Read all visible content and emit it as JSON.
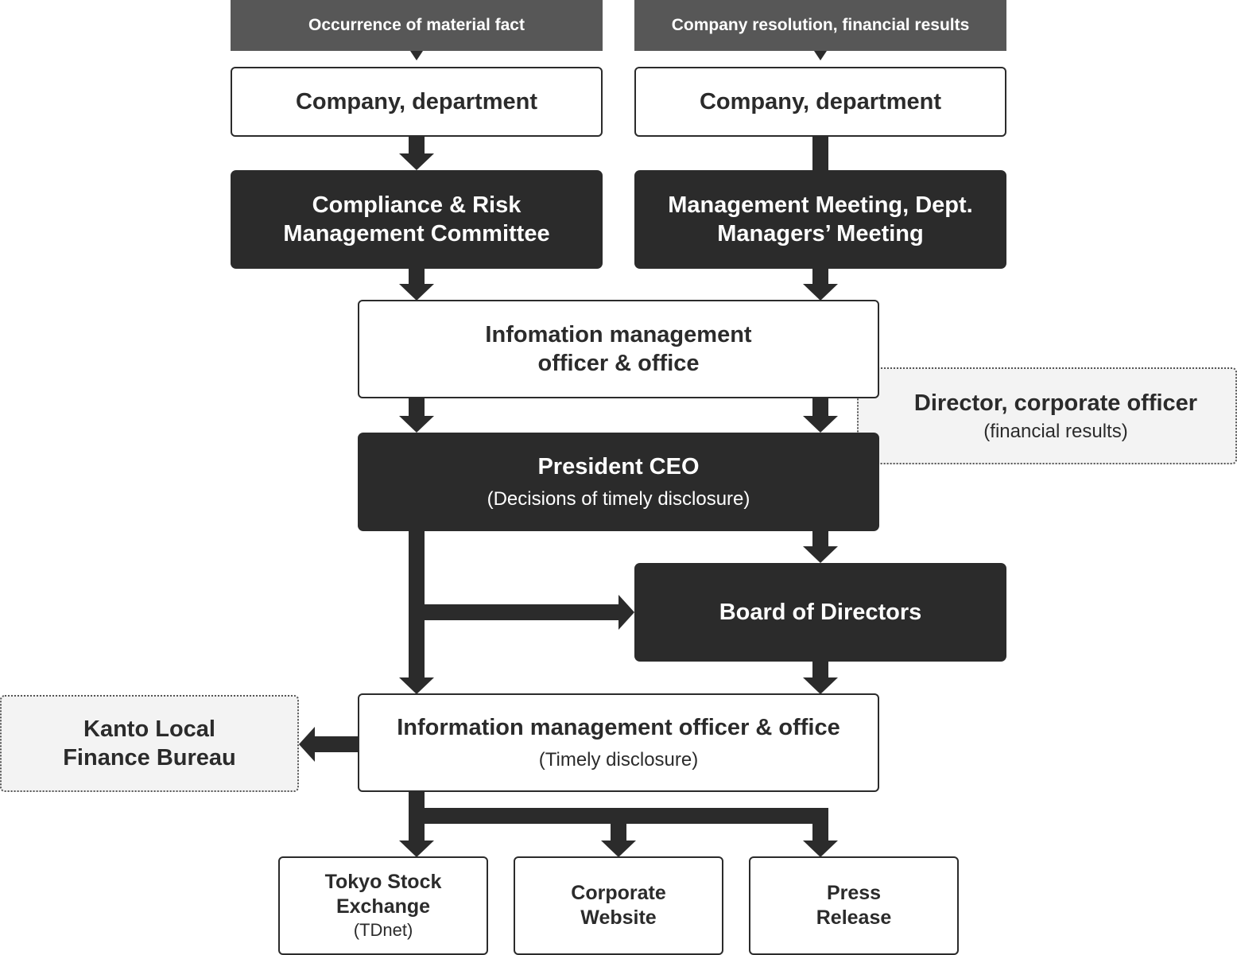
{
  "headers": {
    "left": "Occurrence of material fact",
    "right": "Company resolution, financial results"
  },
  "left_dept": "Company, department",
  "right_dept": "Company, department",
  "compliance": {
    "line1": "Compliance & Risk",
    "line2": "Management Committee"
  },
  "mgmt_meeting": {
    "line1": "Management Meeting, Dept.",
    "line2": "Managers’ Meeting"
  },
  "info_officer_1": {
    "line1": "Infomation management",
    "line2": "officer & office"
  },
  "director": {
    "title": "Director, corporate officer",
    "sub": "(financial results)"
  },
  "president": {
    "title": "President CEO",
    "sub": "(Decisions of timely disclosure)"
  },
  "board": "Board of Directors",
  "info_officer_2": {
    "title": "Information management officer & office",
    "sub": "(Timely disclosure)"
  },
  "kanto": {
    "line1": "Kanto Local",
    "line2": "Finance Bureau"
  },
  "outputs": {
    "tse": {
      "line1": "Tokyo Stock",
      "line2": "Exchange",
      "sub": "(TDnet)"
    },
    "website": {
      "line1": "Corporate",
      "line2": "Website"
    },
    "press": {
      "line1": "Press",
      "line2": "Release"
    }
  },
  "colors": {
    "dark": "#2b2b2b",
    "header": "#575757",
    "dashed_fill": "#f3f3f3"
  }
}
